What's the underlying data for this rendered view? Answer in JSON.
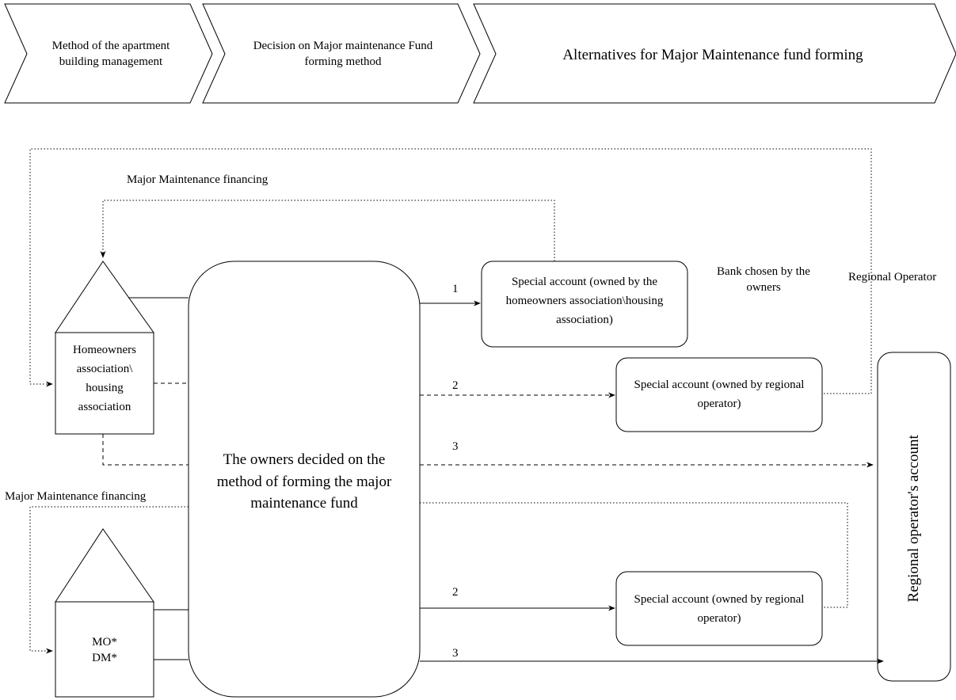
{
  "header": {
    "step1": "Method of the apartment building management",
    "step2": "Decision on Major maintenance Fund forming method",
    "step3": "Alternatives for Major Maintenance fund forming"
  },
  "labels": {
    "financing_top": "Major Maintenance financing",
    "financing_bottom": "Major Maintenance financing",
    "bank_chosen": "Bank chosen by the owners",
    "regional_operator_top": "Regional Operator"
  },
  "entities": {
    "homeowners": "Homeowners association\\ housing association",
    "mo_dm": "MO* DM*",
    "owners_decided": "The owners decided on the method of forming the major maintenance fund",
    "special_account_hoa": "Special account (owned by the homeowners association\\housing association)",
    "special_account_ro_1": "Special account (owned by regional operator)",
    "special_account_ro_2": "Special account (owned by regional operator)",
    "regional_operator_account": "Regional operator's account"
  },
  "arrows": {
    "a1": "1",
    "a2_top": "2",
    "a3_top": "3",
    "a2_bottom": "2",
    "a3_bottom": "3"
  }
}
